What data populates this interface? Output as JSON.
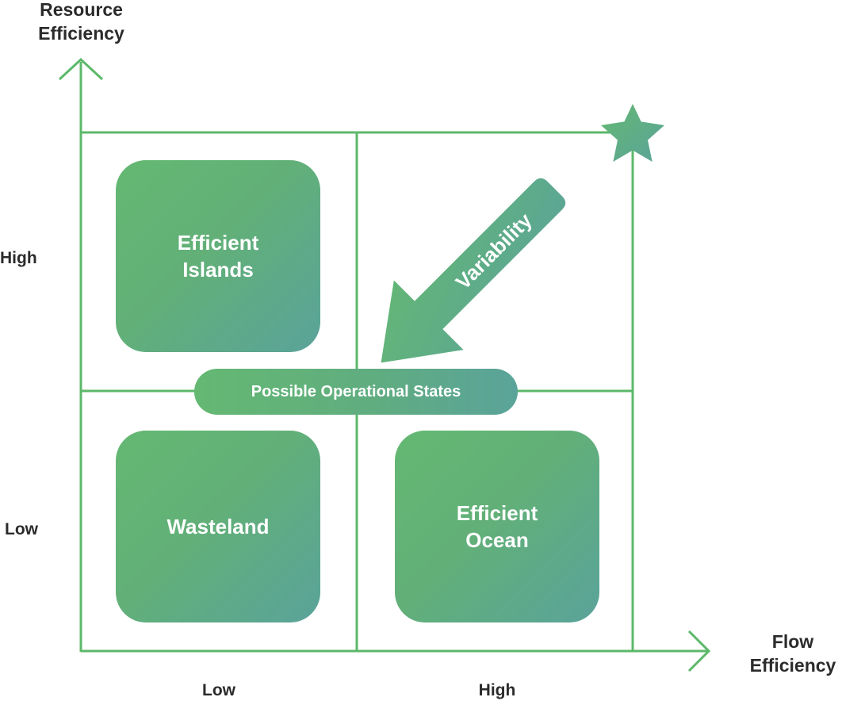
{
  "axes": {
    "y_title": "Resource\nEfficiency",
    "x_title": "Flow\nEfficiency",
    "y_ticks": [
      "High",
      "Low"
    ],
    "x_ticks": [
      "Low",
      "High"
    ]
  },
  "quadrants": {
    "top_left": "Efficient\nIslands",
    "bottom_left": "Wasteland",
    "bottom_right": "Efficient\nOcean"
  },
  "arrow_label": "Variability",
  "center_label": "Possible Operational States",
  "colors": {
    "line": "#5cb86a",
    "fill_start": "#64b872",
    "fill_end": "#5aa39a",
    "text_dark": "#2b2b2b",
    "text_light": "#ffffff"
  }
}
